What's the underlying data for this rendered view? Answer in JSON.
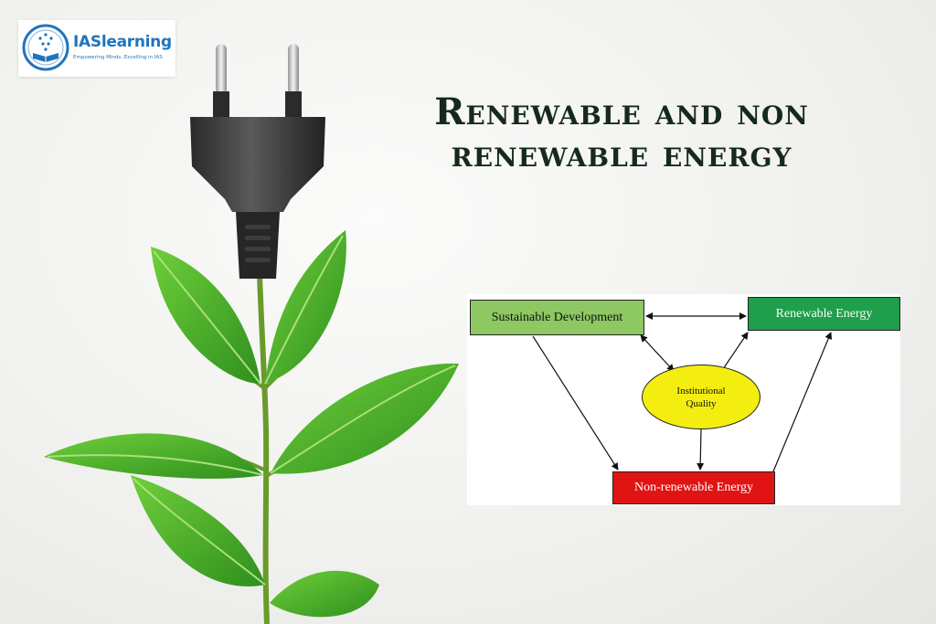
{
  "logo": {
    "name": "IASlearning",
    "tagline": "Empowering Minds, Excelling in IAS"
  },
  "title": {
    "line1": "Renewable and non",
    "line2": "renewable energy"
  },
  "diagram": {
    "nodes": {
      "sustainable_development": "Sustainable Development",
      "renewable_energy": "Renewable Energy",
      "institutional_quality": "Institutional Quality",
      "non_renewable_energy": "Non-renewable Energy"
    },
    "edges": [
      {
        "from": "sustainable_development",
        "to": "renewable_energy",
        "direction": "both"
      },
      {
        "from": "sustainable_development",
        "to": "institutional_quality",
        "direction": "both"
      },
      {
        "from": "institutional_quality",
        "to": "renewable_energy",
        "direction": "forward"
      },
      {
        "from": "institutional_quality",
        "to": "non_renewable_energy",
        "direction": "forward"
      },
      {
        "from": "sustainable_development",
        "to": "non_renewable_energy",
        "direction": "forward"
      },
      {
        "from": "non_renewable_energy",
        "to": "renewable_energy",
        "direction": "forward"
      }
    ],
    "colors": {
      "sustainable_development": "#8dc863",
      "renewable_energy": "#1f9f4b",
      "institutional_quality": "#f4ee10",
      "non_renewable_energy": "#e11414"
    }
  },
  "illustration": {
    "subject": "black-power-plug-with-green-leaf-stem"
  }
}
